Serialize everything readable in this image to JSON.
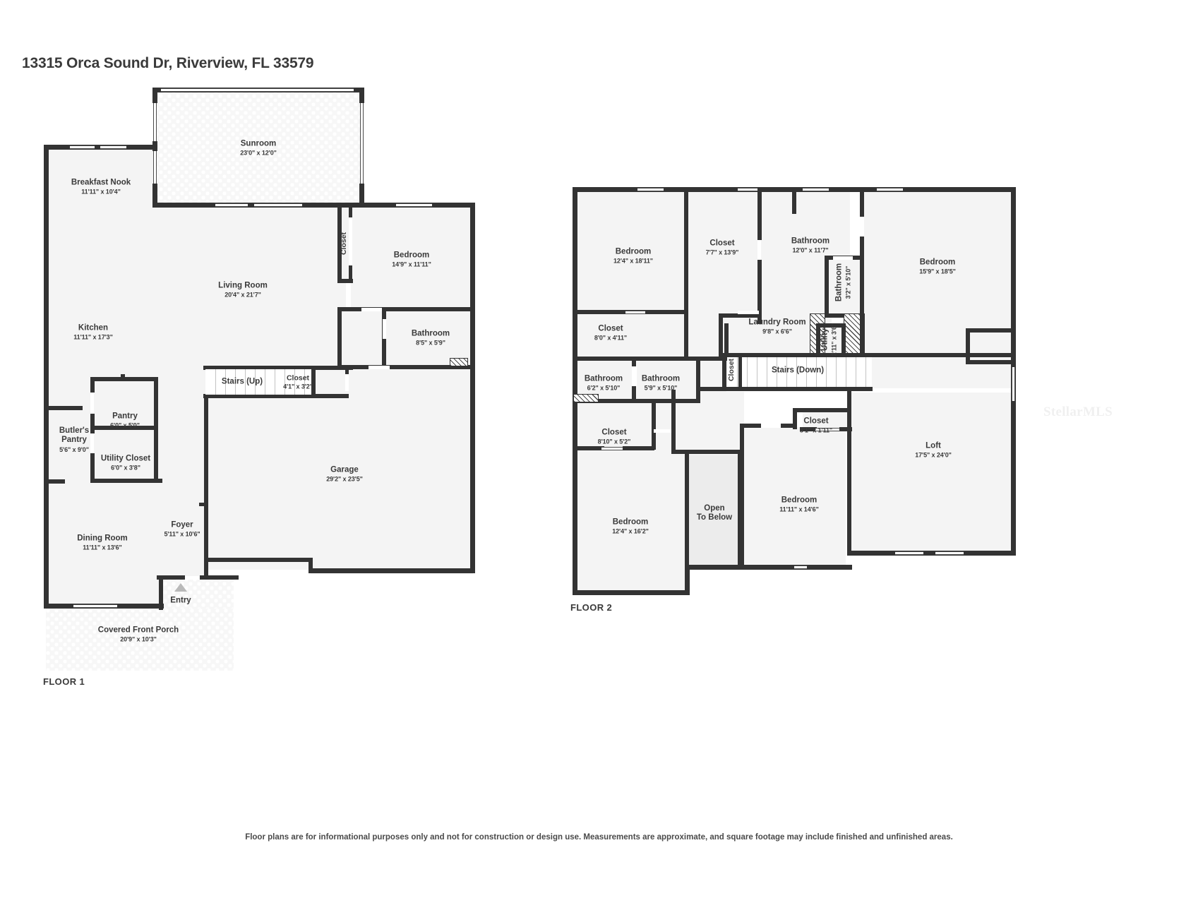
{
  "page_title": "13315 Orca Sound Dr, Riverview, FL 33579",
  "watermark": "StellarMLS",
  "footer_note": "Floor plans are for informational purposes only and not for construction or design use. Measurements are approximate, and square footage may include finished and unfinished areas.",
  "floor1": {
    "label": "FLOOR 1",
    "entry_label": "Entry",
    "rooms": [
      {
        "name": "Sunroom",
        "dims": "23'0\" x 12'0\""
      },
      {
        "name": "Breakfast Nook",
        "dims": "11'11\" x 10'4\""
      },
      {
        "name": "Closet",
        "dims": ""
      },
      {
        "name": "Bedroom",
        "dims": "14'9\" x 11'11\""
      },
      {
        "name": "Living Room",
        "dims": "20'4\" x 21'7\""
      },
      {
        "name": "Bathroom",
        "dims": "8'5\" x 5'9\""
      },
      {
        "name": "Kitchen",
        "dims": "11'11\" x 17'3\""
      },
      {
        "name": "Stairs (Up)",
        "dims": ""
      },
      {
        "name": "Closet",
        "dims": "4'1\" x 3'2\""
      },
      {
        "name": "Pantry",
        "dims": "6'0\" x 5'0\""
      },
      {
        "name": "Butler's Pantry",
        "dims": "5'6\" x 9'0\""
      },
      {
        "name": "Utility Closet",
        "dims": "6'0\" x 3'8\""
      },
      {
        "name": "Garage",
        "dims": "29'2\" x 23'5\""
      },
      {
        "name": "Foyer",
        "dims": "5'11\" x 10'6\""
      },
      {
        "name": "Dining Room",
        "dims": "11'11\" x 13'6\""
      },
      {
        "name": "Covered Front Porch",
        "dims": "20'9\" x 10'3\""
      }
    ]
  },
  "floor2": {
    "label": "FLOOR 2",
    "rooms": [
      {
        "name": "Bedroom",
        "dims": "12'4\" x 18'11\""
      },
      {
        "name": "Closet",
        "dims": "7'7\" x 13'9\""
      },
      {
        "name": "Bathroom",
        "dims": "12'0\" x 11'7\""
      },
      {
        "name": "Bathroom",
        "dims": "3'2\" x 5'10\""
      },
      {
        "name": "Bedroom",
        "dims": "15'9\" x 18'5\""
      },
      {
        "name": "Closet",
        "dims": "8'0\" x 4'11\""
      },
      {
        "name": "Laundry Room",
        "dims": "9'8\" x 6'6\""
      },
      {
        "name": "Utility",
        "dims": "2'11\" x 3'6\""
      },
      {
        "name": "Bathroom",
        "dims": "6'2\" x 5'10\""
      },
      {
        "name": "Bathroom",
        "dims": "5'9\" x 5'10\""
      },
      {
        "name": "Closet",
        "dims": ""
      },
      {
        "name": "Stairs (Down)",
        "dims": ""
      },
      {
        "name": "Closet",
        "dims": "8'10\" x 5'2\""
      },
      {
        "name": "Closet",
        "dims": "8'1\" x 1'11\""
      },
      {
        "name": "Loft",
        "dims": "17'5\" x 24'0\""
      },
      {
        "name": "Bedroom",
        "dims": "12'4\" x 16'2\""
      },
      {
        "name": "Open To Below",
        "dims": ""
      },
      {
        "name": "Bedroom",
        "dims": "11'11\" x 14'6\""
      }
    ]
  }
}
